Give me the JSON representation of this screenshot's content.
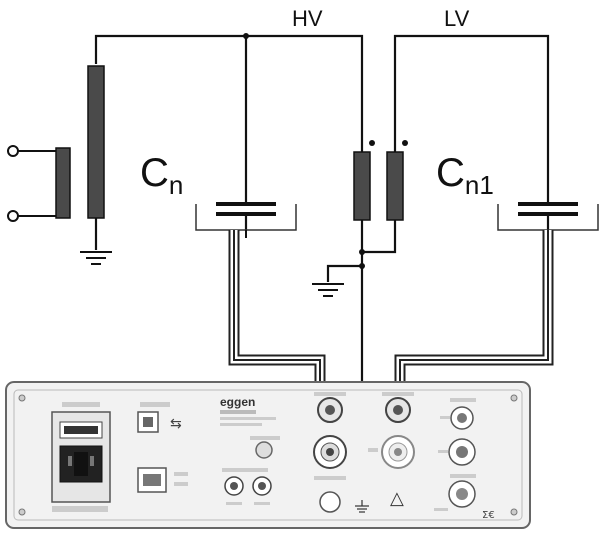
{
  "labels": {
    "hv": "HV",
    "lv": "LV",
    "cn_main": "C",
    "cn_sub": "n",
    "cn1_main": "C",
    "cn1_sub": "n1"
  },
  "panel": {
    "brand": "eggen",
    "logo_text": "△",
    "ce_mark": "Σ€"
  },
  "colors": {
    "wire": "#111111",
    "resistor": "#4a4a4a",
    "panel_bg": "#f2f2f2",
    "panel_border": "#666666"
  }
}
